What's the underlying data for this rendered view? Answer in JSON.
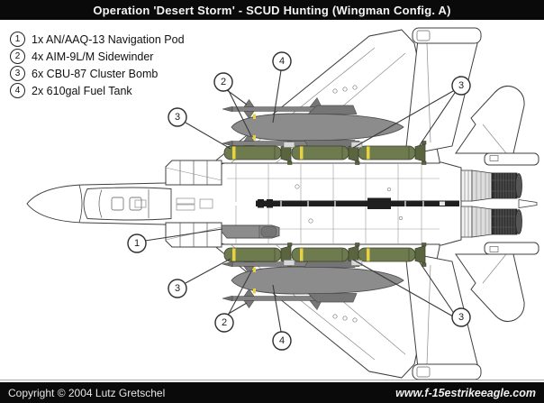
{
  "header": {
    "title": "Operation 'Desert Storm' - SCUD Hunting (Wingman Config. A)"
  },
  "legend": {
    "items": [
      {
        "number": "1",
        "label": "1x AN/AAQ-13 Navigation Pod"
      },
      {
        "number": "2",
        "label": "4x AIM-9L/M Sidewinder"
      },
      {
        "number": "3",
        "label": "6x CBU-87 Cluster Bomb"
      },
      {
        "number": "4",
        "label": "2x 610gal Fuel Tank"
      }
    ]
  },
  "callouts": {
    "nav_pod": "1",
    "sidewinders_top": "2",
    "fuel_tank_top": "4",
    "cbu_front_top": "3",
    "cbu_rear_top": "3",
    "sidewinders_bottom": "2",
    "fuel_tank_bottom": "4",
    "cbu_front_bottom": "3",
    "cbu_rear_bottom": "3"
  },
  "footer": {
    "copyright": "Copyright © 2004 Lutz Gretschel",
    "website": "www.f-15estrikeeagle.com"
  },
  "colors": {
    "bar_bg": "#0a0a0a",
    "line_dark": "#3f3f3f",
    "bomb_olive": "#6e7b4e",
    "bomb_olive_dark": "#5a6540",
    "store_gray": "#8c8c8c",
    "store_gray_dark": "#757575",
    "stripe_yellow": "#e8d23f"
  }
}
